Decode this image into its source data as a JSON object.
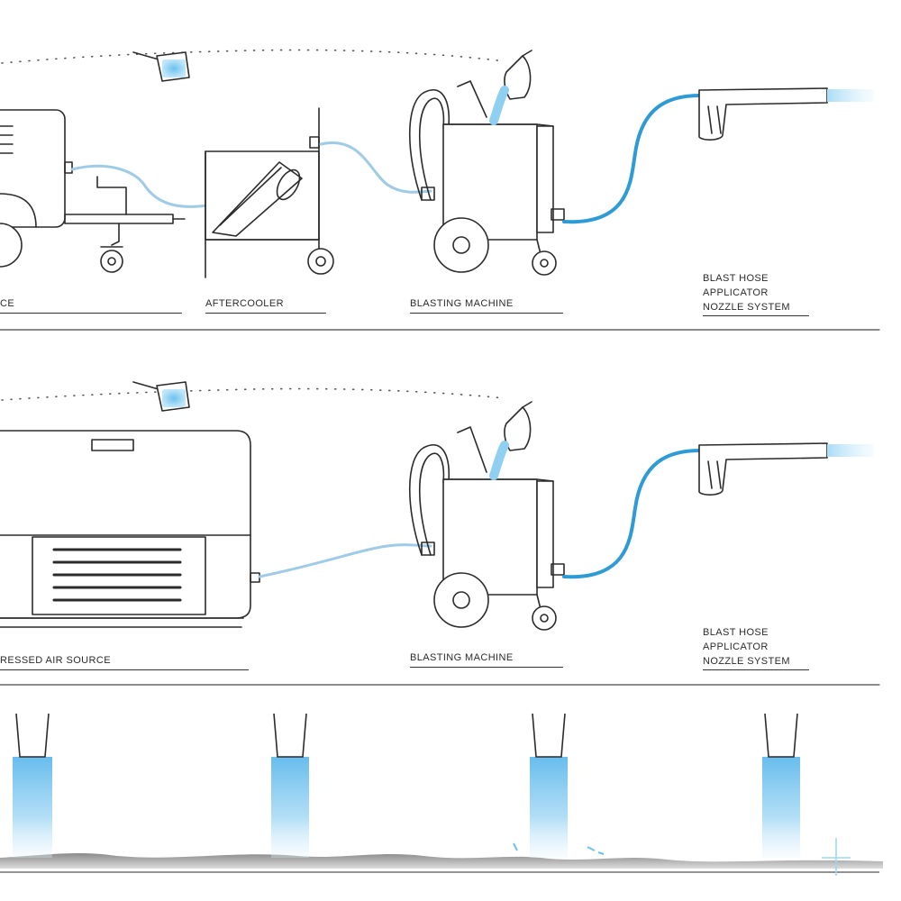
{
  "panels": [
    {
      "labels": {
        "air_source": "CE",
        "aftercooler": "AFTERCOOLER",
        "blasting_machine": "BLASTING MACHINE",
        "nozzle_system": [
          "BLAST HOSE",
          "APPLICATOR",
          "NOZZLE SYSTEM"
        ]
      }
    },
    {
      "labels": {
        "air_source": "RESSED AIR SOURCE",
        "blasting_machine": "BLASTING MACHINE",
        "nozzle_system": [
          "BLAST HOSE",
          "APPLICATOR",
          "NOZZLE SYSTEM"
        ]
      }
    }
  ],
  "colors": {
    "line": "#2b2b2b",
    "blast_blue": "#2f9bd6",
    "air_hose": "#9fcbe6",
    "spray": "#8fd0f2",
    "ground": "#8e8e8e"
  },
  "icons": [
    "compressor-icon",
    "aftercooler-icon",
    "blasting-machine-icon",
    "blast-gun-icon",
    "scoop-icon",
    "nozzle-icon"
  ]
}
